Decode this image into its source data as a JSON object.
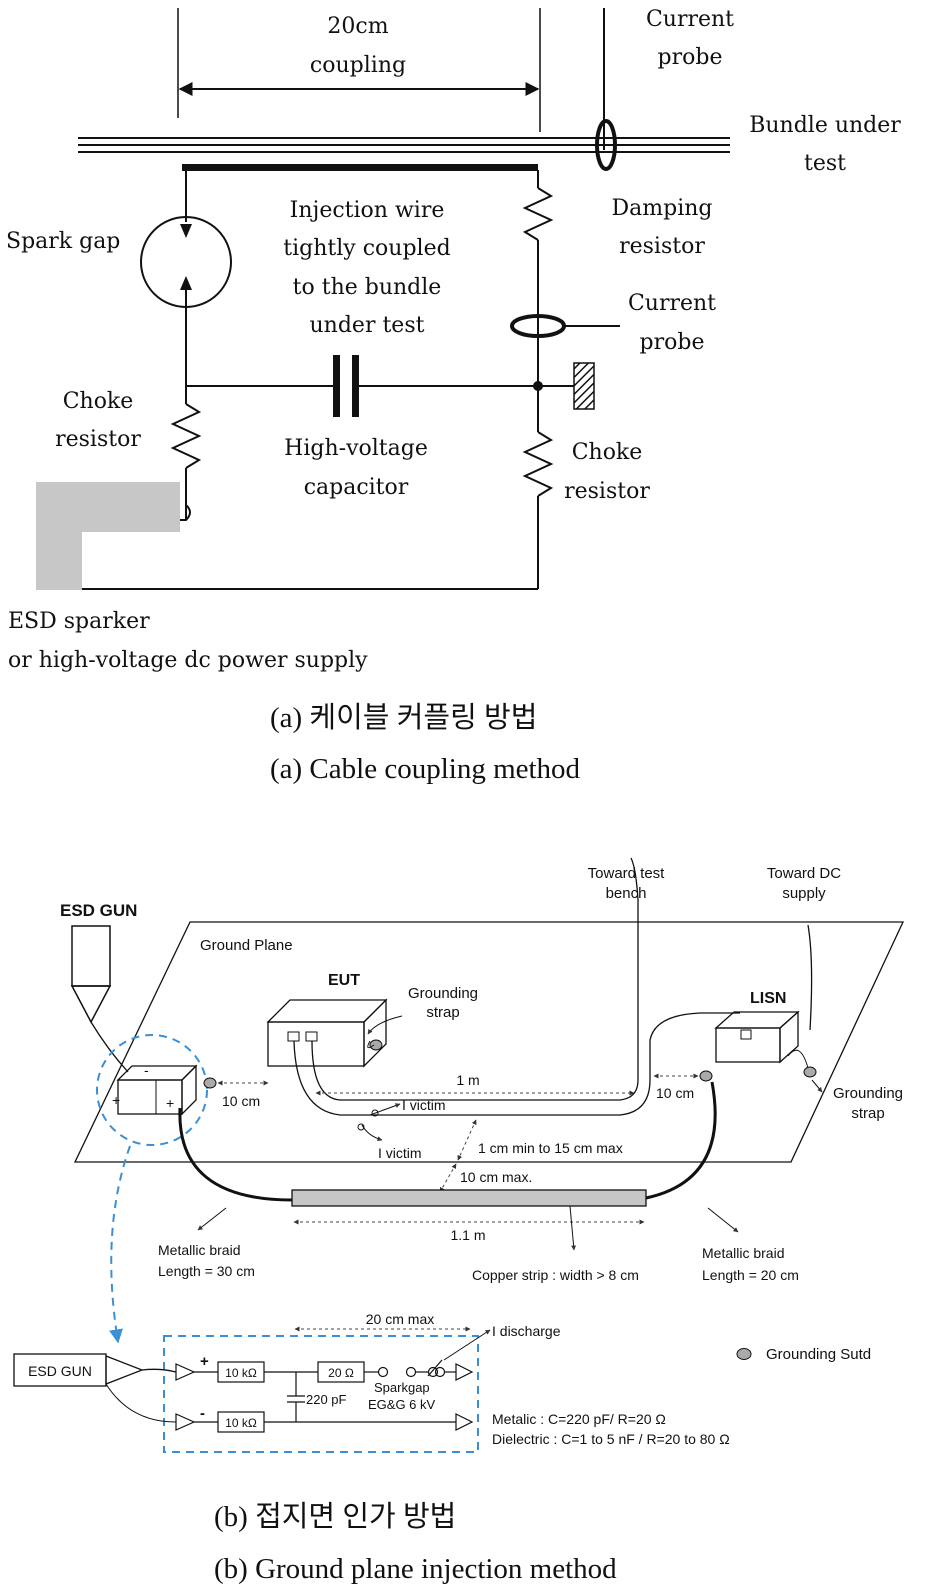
{
  "diagram_a": {
    "coupling": [
      "20cm",
      "coupling"
    ],
    "current_probe_top": [
      "Current",
      "probe"
    ],
    "bundle": [
      "Bundle under",
      "test"
    ],
    "spark_gap": "Spark gap",
    "injection_wire": [
      "Injection wire",
      "tightly coupled",
      "to the bundle",
      "under test"
    ],
    "damping_resistor": [
      "Damping",
      "resistor"
    ],
    "current_probe_mid": [
      "Current",
      "probe"
    ],
    "choke_left": [
      "Choke",
      "resistor"
    ],
    "hv_capacitor": [
      "High-voltage",
      "capacitor"
    ],
    "choke_right": [
      "Choke",
      "resistor"
    ],
    "esd_sparker": [
      "ESD sparker",
      "or high-voltage dc power supply"
    ],
    "caption_ko": "(a) 케이블 커플링 방법",
    "caption_en": "(a) Cable coupling method"
  },
  "diagram_b": {
    "toward_bench": [
      "Toward test",
      "bench"
    ],
    "toward_dc": [
      "Toward DC",
      "supply"
    ],
    "esd_gun": "ESD GUN",
    "ground_plane": "Ground Plane",
    "eut": "EUT",
    "grounding_strap": [
      "Grounding",
      "strap"
    ],
    "lisn": "LISN",
    "grounding_strap_right": [
      "Grounding",
      "strap"
    ],
    "dist_1m": "1 m",
    "dist_10cm_left": "10 cm",
    "dist_10cm_right": "10 cm",
    "i_victim_1": "I victim",
    "i_victim_2": "I victim",
    "dist_range": "1 cm min to 15 cm max",
    "dist_10cm_max": "10 cm max.",
    "dist_1_1m": "1.1 m",
    "braid_left": [
      "Metallic braid",
      "Length = 30 cm"
    ],
    "copper_strip": "Copper strip : width > 8 cm",
    "braid_right": [
      "Metallic braid",
      "Length = 20 cm"
    ],
    "circuit": {
      "max20": "20 cm max",
      "i_discharge": "I discharge",
      "esd_gun": "ESD GUN",
      "plus": "+",
      "minus": "-",
      "r1": "10 kΩ",
      "r2": "10 kΩ",
      "r20": "20 Ω",
      "cap": "220 pF",
      "sparkgap": [
        "Sparkgap",
        "EG&G 6 kV"
      ],
      "metalic": "Metalic : C=220 pF/ R=20 Ω",
      "dielectric": "Dielectric : C=1 to 5 nF / R=20 to 80 Ω"
    },
    "legend_stud": "Grounding Sutd",
    "caption_ko": "(b) 접지면 인가 방법",
    "caption_en": "(b) Ground plane injection method"
  }
}
